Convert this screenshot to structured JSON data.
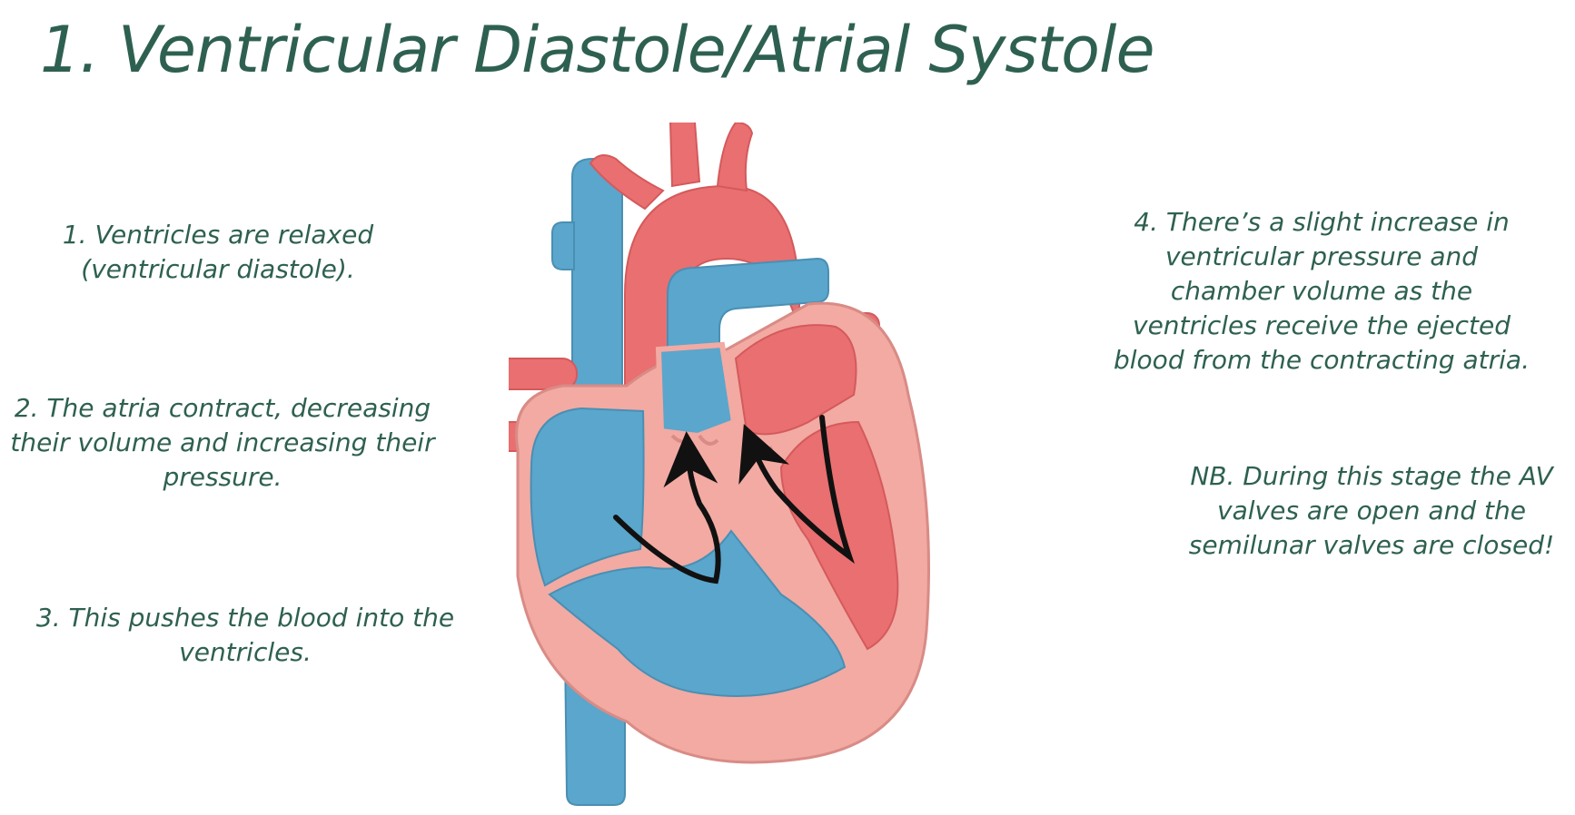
{
  "title": "1. Ventricular Diastole/Atrial Systole",
  "notes": {
    "n1": [
      "1. Ventricles are relaxed",
      "(ventricular diastole)."
    ],
    "n2": [
      "2. The atria contract, decreasing",
      "their volume and increasing their",
      "pressure."
    ],
    "n3": [
      "3. This pushes the blood into the",
      "ventricles."
    ],
    "n4": [
      "4. There’s a slight increase in",
      "ventricular pressure and",
      "chamber volume as the",
      "ventricles receive the ejected",
      "blood from the contracting atria."
    ],
    "nb": [
      "NB. During this stage the AV",
      "valves are open and the",
      "semilunar valves are closed!"
    ]
  },
  "colors": {
    "text": "#2e6051",
    "deoxygenated": "#5aa6cc",
    "oxygenated": "#e96f70",
    "wall": "#f2aaa3",
    "arrow": "#111111"
  }
}
